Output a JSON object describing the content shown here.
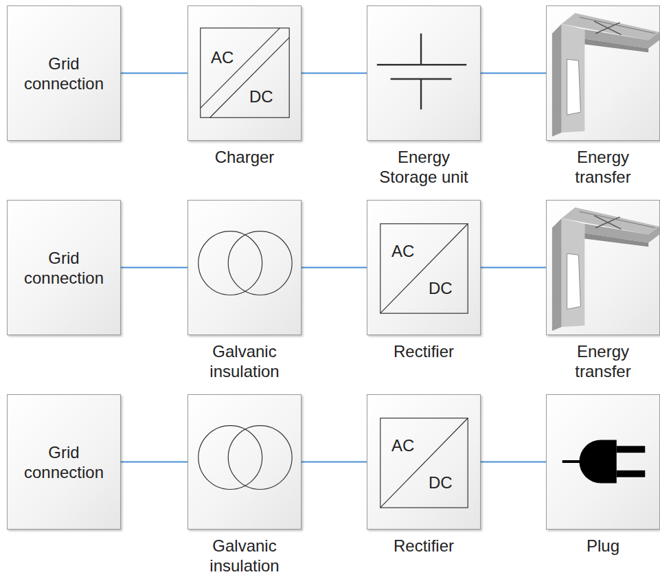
{
  "diagram": {
    "nodes": [
      {
        "text": [
          "Grid connection"
        ]
      },
      {
        "text": [
          "AC",
          "DC",
          "Charger"
        ]
      },
      {
        "text": [
          "Energy Storage unit"
        ]
      },
      {
        "text": [
          "Energy transfer"
        ]
      },
      {
        "text": [
          "Grid connection"
        ]
      },
      {
        "text": [
          "Galvanic insulation"
        ]
      },
      {
        "text": [
          "AC",
          "DC",
          "Rectifier"
        ]
      },
      {
        "text": [
          "Energy transfer"
        ]
      },
      {
        "text": [
          "Grid connection"
        ]
      },
      {
        "text": [
          "Galvanic insulation"
        ]
      },
      {
        "text": [
          "AC",
          "DC",
          "Rectifier"
        ]
      },
      {
        "text": [
          "Plug"
        ]
      }
    ],
    "edges": [
      {
        "from": 0,
        "to": 1,
        "arrow": "none"
      },
      {
        "from": 1,
        "to": 2,
        "arrow": "none"
      },
      {
        "from": 2,
        "to": 3,
        "arrow": "none"
      },
      {
        "from": 4,
        "to": 5,
        "arrow": "none"
      },
      {
        "from": 5,
        "to": 6,
        "arrow": "none"
      },
      {
        "from": 6,
        "to": 7,
        "arrow": "none"
      },
      {
        "from": 8,
        "to": 9,
        "arrow": "none"
      },
      {
        "from": 9,
        "to": 10,
        "arrow": "none"
      },
      {
        "from": 10,
        "to": 11,
        "arrow": "none"
      }
    ]
  }
}
